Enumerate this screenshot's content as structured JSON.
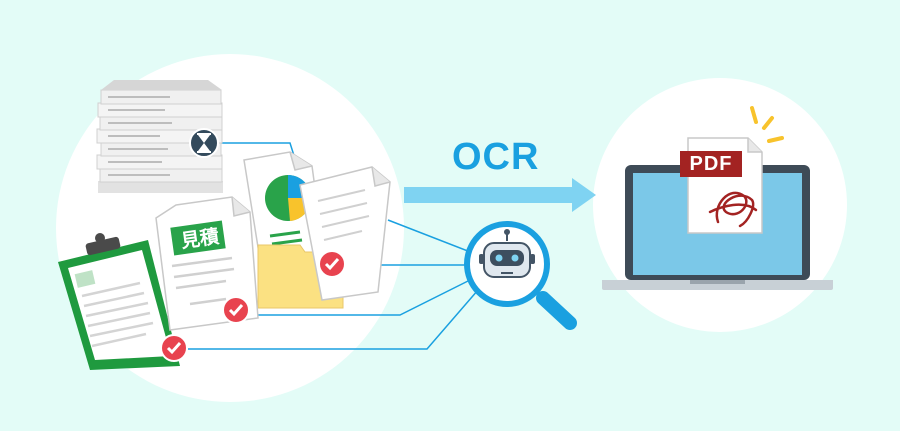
{
  "ocr_label": "OCR",
  "estimate_badge": "見積",
  "pdf_badge": "PDF",
  "colors": {
    "background": "#e3fcf7",
    "accent_blue": "#1aa0e0",
    "arrow": "#7fd3f2",
    "clipboard_green": "#1f9a3f",
    "badge_green": "#29a34a",
    "pdf_red": "#a32322",
    "check_red": "#e8434f",
    "laptop_screen": "#7bc8e8",
    "folder_yellow": "#fbe182"
  },
  "icons": [
    "hourglass-icon",
    "check-icon",
    "robot-icon",
    "magnifier-icon",
    "pie-chart-icon",
    "laptop-icon",
    "pdf-signature-icon",
    "sparkle-icon"
  ]
}
